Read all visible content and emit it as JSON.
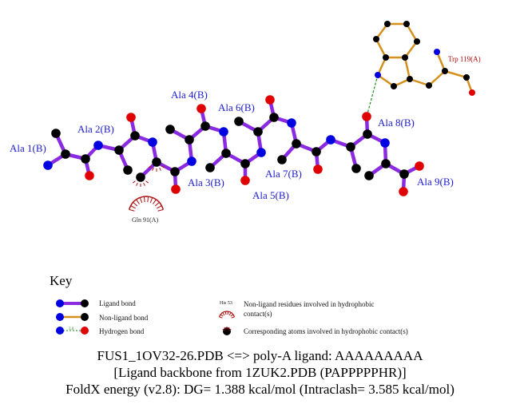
{
  "ligand_residues": [
    "Ala 1(B)",
    "Ala 2(B)",
    "Ala 3(B)",
    "Ala 4(B)",
    "Ala 5(B)",
    "Ala 6(B)",
    "Ala 7(B)",
    "Ala 8(B)",
    "Ala 9(B)"
  ],
  "protein_residues": {
    "hbond_residue": "Trp 119(A)",
    "hydrophobic_residue": "Gln 91(A)"
  },
  "colors": {
    "ligand_bond": "#8a2be2",
    "nonligand_bond": "#d4901c",
    "nitrogen": "#0000e0",
    "oxygen": "#e00000",
    "carbon": "#000000",
    "hbond": "#1a8a1a",
    "hydrophobic": "#b01010"
  },
  "key": {
    "title": "Key",
    "ligand_bond": "Ligand bond",
    "nonligand_bond": "Non-ligand bond",
    "hydrogen_bond": "Hydrogen bond",
    "hbond_example_distance": "3.0",
    "example_residue": "His 53",
    "nonligand_hydrophobic": "Non-ligand residues involved in hydrophobic",
    "nonligand_hydrophobic_2": "contact(s)",
    "corresponding_atoms": "Corresponding atoms involved in hydrophobic contact(s)"
  },
  "footer": {
    "line1": "FUS1_1OV32-26.PDB <=> poly-A ligand: AAAAAAAAA",
    "line2": "[Ligand backbone from 1ZUK2.PDB (PAPPPPPHR)]",
    "line3": "FoldX energy (v2.8): DG= 1.388 kcal/mol (Intraclash= 3.585 kcal/mol)"
  }
}
